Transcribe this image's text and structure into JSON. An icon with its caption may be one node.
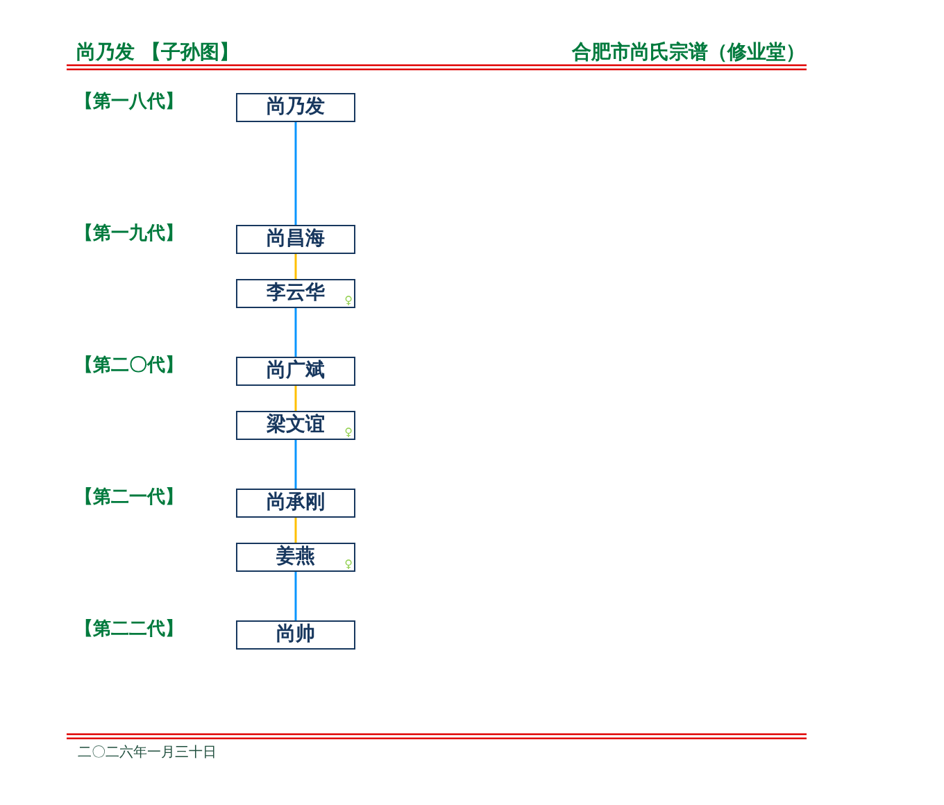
{
  "diagram": {
    "title": "尚乃发 【子孙图】",
    "nodes": [
      {
        "text": [
          "尚乃发"
        ]
      },
      {
        "text": [
          "尚昌海"
        ]
      },
      {
        "text": [
          "李云华",
          "♀"
        ]
      },
      {
        "text": [
          "尚广斌"
        ]
      },
      {
        "text": [
          "梁文谊",
          "♀"
        ]
      },
      {
        "text": [
          "尚承刚"
        ]
      },
      {
        "text": [
          "姜燕",
          "♀"
        ]
      },
      {
        "text": [
          "尚帅"
        ]
      }
    ],
    "edges": [
      {
        "from": 0,
        "to": 1,
        "arrow": "none"
      },
      {
        "from": 1,
        "to": 2,
        "arrow": "none",
        "color": "#ffc000"
      },
      {
        "from": 2,
        "to": 3,
        "arrow": "none"
      },
      {
        "from": 3,
        "to": 4,
        "arrow": "none",
        "color": "#ffc000"
      },
      {
        "from": 4,
        "to": 5,
        "arrow": "none"
      },
      {
        "from": 5,
        "to": 6,
        "arrow": "none",
        "color": "#ffc000"
      },
      {
        "from": 6,
        "to": 7,
        "arrow": "none"
      }
    ],
    "labels": [
      "合肥市尚氏宗谱（修业堂）",
      "【第一八代】",
      "【第一九代】",
      "【第二〇代】",
      "【第二一代】",
      "【第二二代】",
      "二〇二六年一月三十日"
    ]
  }
}
